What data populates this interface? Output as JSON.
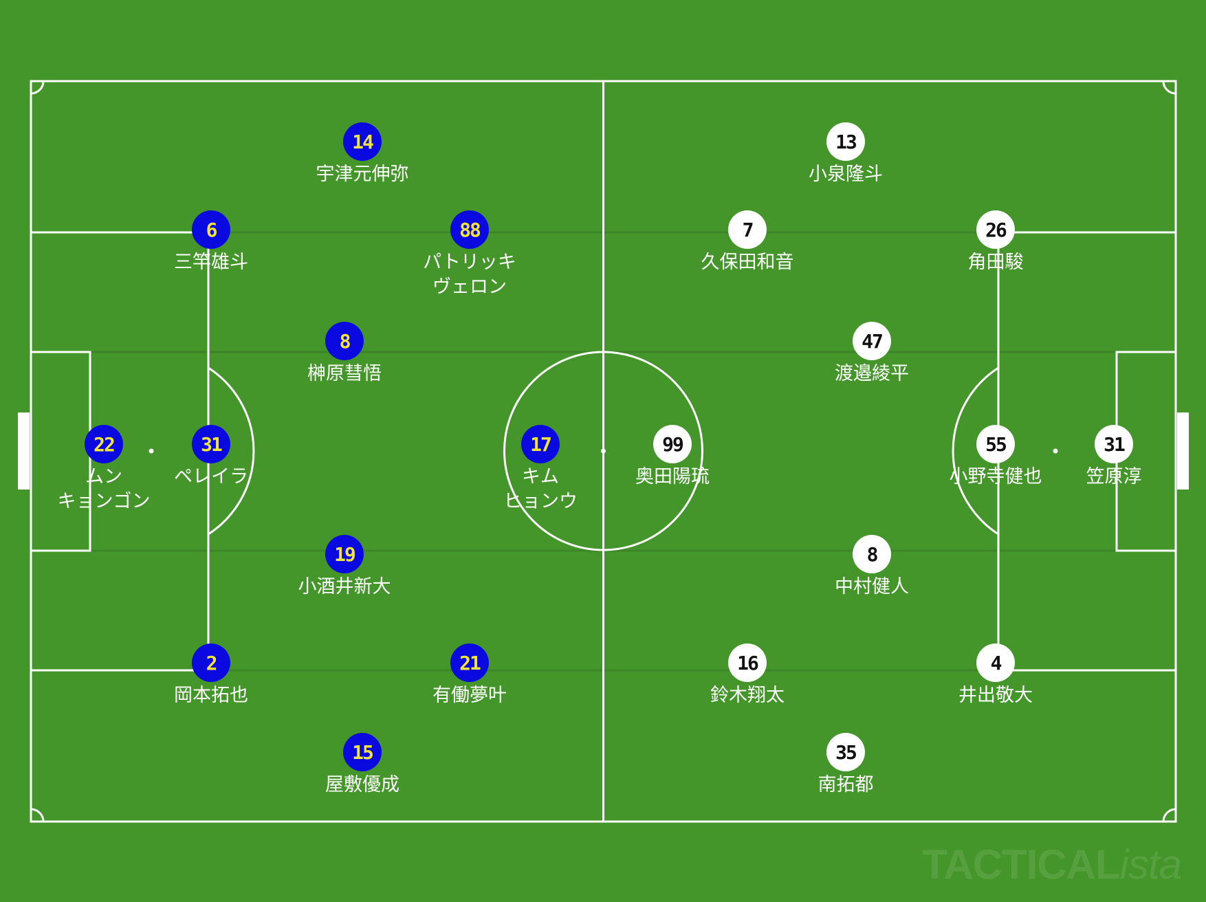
{
  "colors": {
    "grass": "#44962b",
    "lines": "#ffffff",
    "home_badge": "#0a0ae0",
    "home_number": "#f2e43b",
    "away_badge": "#ffffff",
    "away_number": "#111111"
  },
  "watermark": {
    "main": "TACTICAL",
    "suffix": "ista"
  },
  "home": {
    "players": [
      {
        "number": "14",
        "name": "宇津元伸弥"
      },
      {
        "number": "6",
        "name": "三竿雄斗"
      },
      {
        "number": "88",
        "name": "パトリッキ\nヴェロン"
      },
      {
        "number": "8",
        "name": "榊原彗悟"
      },
      {
        "number": "22",
        "name": "ムン\nキョンゴン"
      },
      {
        "number": "31",
        "name": "ペレイラ"
      },
      {
        "number": "17",
        "name": "キム\nヒョンウ"
      },
      {
        "number": "19",
        "name": "小酒井新大"
      },
      {
        "number": "2",
        "name": "岡本拓也"
      },
      {
        "number": "21",
        "name": "有働夢叶"
      },
      {
        "number": "15",
        "name": "屋敷優成"
      }
    ]
  },
  "away": {
    "players": [
      {
        "number": "13",
        "name": "小泉隆斗"
      },
      {
        "number": "7",
        "name": "久保田和音"
      },
      {
        "number": "26",
        "name": "角田駿"
      },
      {
        "number": "47",
        "name": "渡邉綾平"
      },
      {
        "number": "99",
        "name": "奥田陽琉"
      },
      {
        "number": "55",
        "name": "小野寺健也"
      },
      {
        "number": "31",
        "name": "笠原淳"
      },
      {
        "number": "8",
        "name": "中村健人"
      },
      {
        "number": "16",
        "name": "鈴木翔太"
      },
      {
        "number": "4",
        "name": "井出敬大"
      },
      {
        "number": "35",
        "name": "南拓都"
      }
    ]
  }
}
